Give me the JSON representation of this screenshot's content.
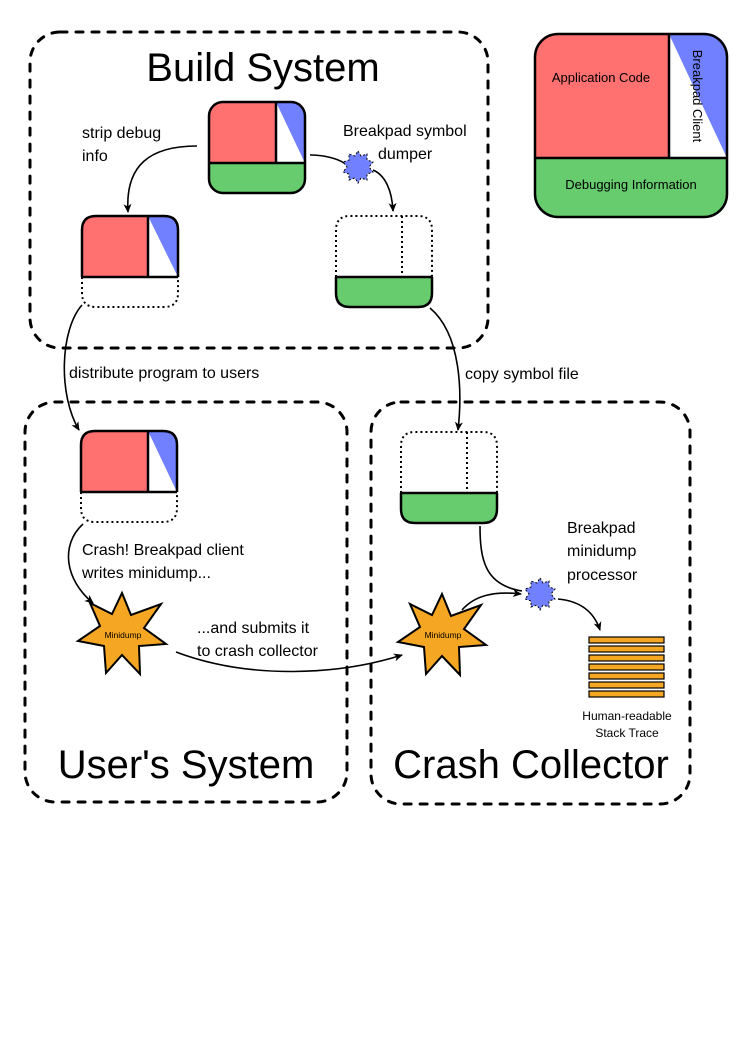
{
  "regions": {
    "build": "Build System",
    "user": "User's System",
    "collector": "Crash Collector"
  },
  "legend": {
    "app_code": "Application Code",
    "client": "Breakpad Client",
    "debug": "Debugging Information"
  },
  "labels": {
    "strip_line1": "strip debug",
    "strip_line2": "info",
    "dumper_line1": "Breakpad symbol",
    "dumper_line2": "dumper",
    "distribute": "distribute program to users",
    "copy": "copy symbol file",
    "crash_line1": "Crash!  Breakpad client",
    "crash_line2": "writes minidump...",
    "submit_line1": "...and submits it",
    "submit_line2": "to crash collector",
    "processor_line1": "Breakpad",
    "processor_line2": "minidump",
    "processor_line3": "processor",
    "trace_line1": "Human-readable",
    "trace_line2": "Stack Trace",
    "minidump_user": "Minidump",
    "minidump_collector": "Minidump"
  },
  "colors": {
    "app_code": "#ff7070",
    "client": "#7080ff",
    "debug": "#66cc6e",
    "minidump": "#f5a623",
    "trace": "#f5a623"
  },
  "icons": {
    "dumper": "gear-icon",
    "processor": "gear-icon",
    "minidump": "starburst-icon",
    "stack_trace": "stack-lines-icon"
  }
}
